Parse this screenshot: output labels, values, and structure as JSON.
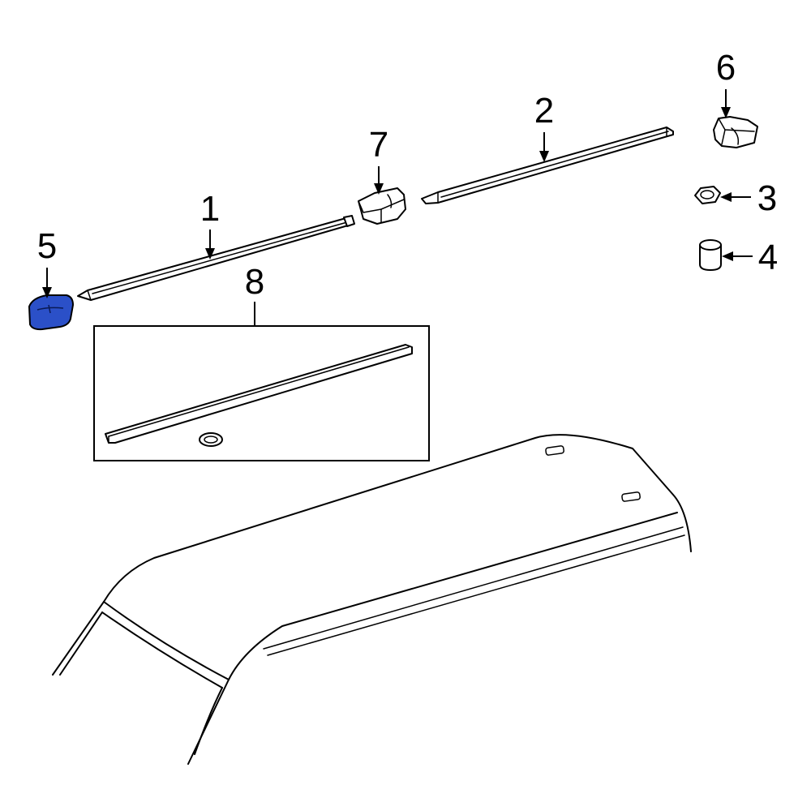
{
  "diagram": {
    "highlight_color": "#2b50c8",
    "highlighted_part": "5",
    "callouts": {
      "c1": "1",
      "c2": "2",
      "c3": "3",
      "c4": "4",
      "c5": "5",
      "c6": "6",
      "c7": "7",
      "c8": "8"
    }
  }
}
